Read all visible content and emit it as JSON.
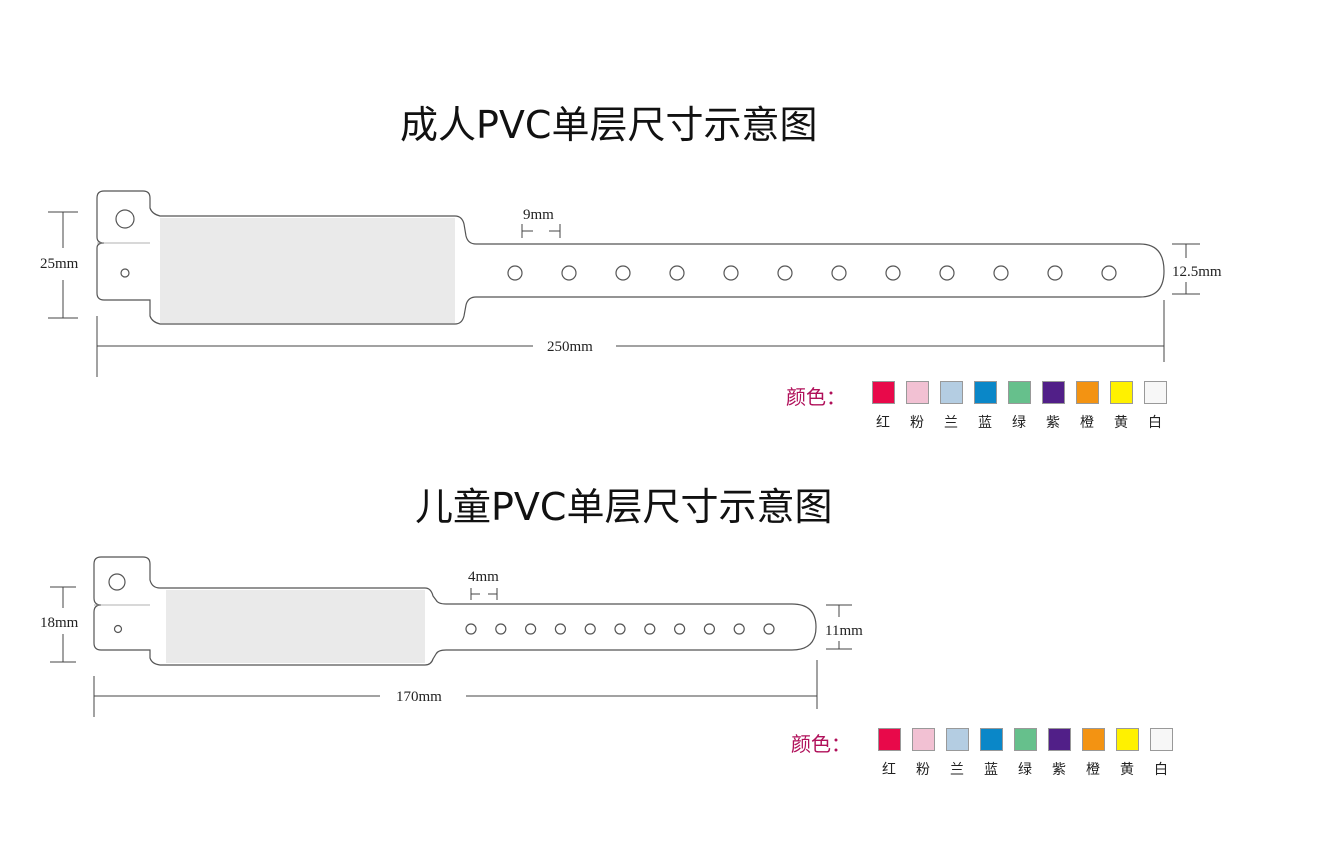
{
  "adult": {
    "title": "成人PVC单层尺寸示意图",
    "hole_spacing": "9mm",
    "height": "25mm",
    "strap_width": "12.5mm",
    "length": "250mm",
    "hole_count": 12,
    "colors_label": "颜色："
  },
  "child": {
    "title": "儿童PVC单层尺寸示意图",
    "hole_spacing": "4mm",
    "height": "18mm",
    "strap_width": "11mm",
    "length": "170mm",
    "hole_count": 11,
    "colors_label": "颜色："
  },
  "colors": [
    {
      "name": "红",
      "hex": "#e8094a"
    },
    {
      "name": "粉",
      "hex": "#f2c1d3"
    },
    {
      "name": "兰",
      "hex": "#b4cde2"
    },
    {
      "name": "蓝",
      "hex": "#0a87c8"
    },
    {
      "name": "绿",
      "hex": "#66c08c"
    },
    {
      "name": "紫",
      "hex": "#511f88"
    },
    {
      "name": "橙",
      "hex": "#f39312"
    },
    {
      "name": "黄",
      "hex": "#fff100"
    },
    {
      "name": "白",
      "hex": "#f7f7f7"
    }
  ]
}
